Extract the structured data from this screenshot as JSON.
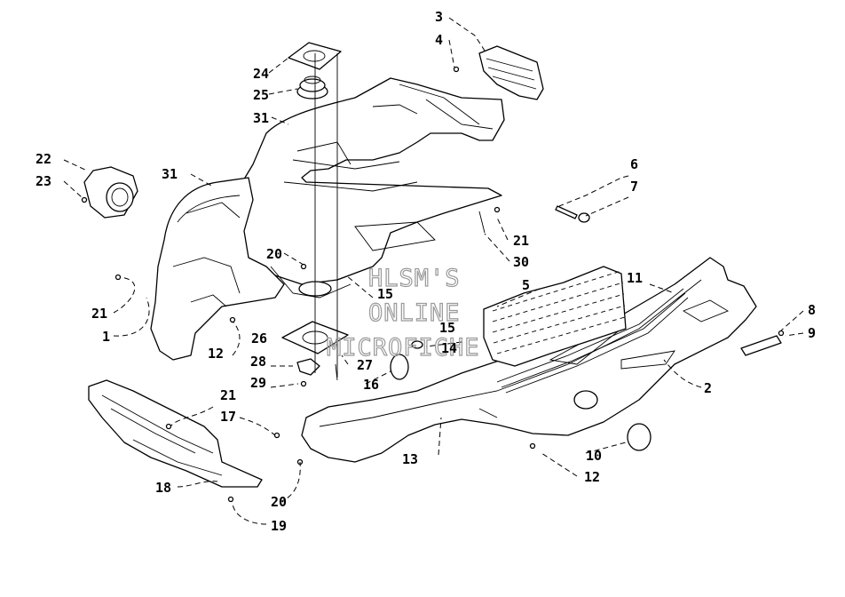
{
  "callouts": {
    "c1": "1",
    "c2": "2",
    "c3": "3",
    "c4": "4",
    "c5": "5",
    "c6": "6",
    "c7": "7",
    "c8": "8",
    "c9": "9",
    "c10": "10",
    "c11": "11",
    "c12a": "12",
    "c12b": "12",
    "c13": "13",
    "c14": "14",
    "c15a": "15",
    "c15b": "15",
    "c16": "16",
    "c17": "17",
    "c18": "18",
    "c19": "19",
    "c20a": "20",
    "c20b": "20",
    "c21a": "21",
    "c21b": "21",
    "c21c": "21",
    "c22": "22",
    "c23": "23",
    "c24": "24",
    "c25": "25",
    "c26": "26",
    "c27": "27",
    "c28": "28",
    "c29": "29",
    "c30": "30",
    "c31a": "31",
    "c31b": "31"
  },
  "watermark": {
    "line1": "HLSM'S",
    "line2": "ONLINE",
    "line3": "MICROFICHE"
  }
}
